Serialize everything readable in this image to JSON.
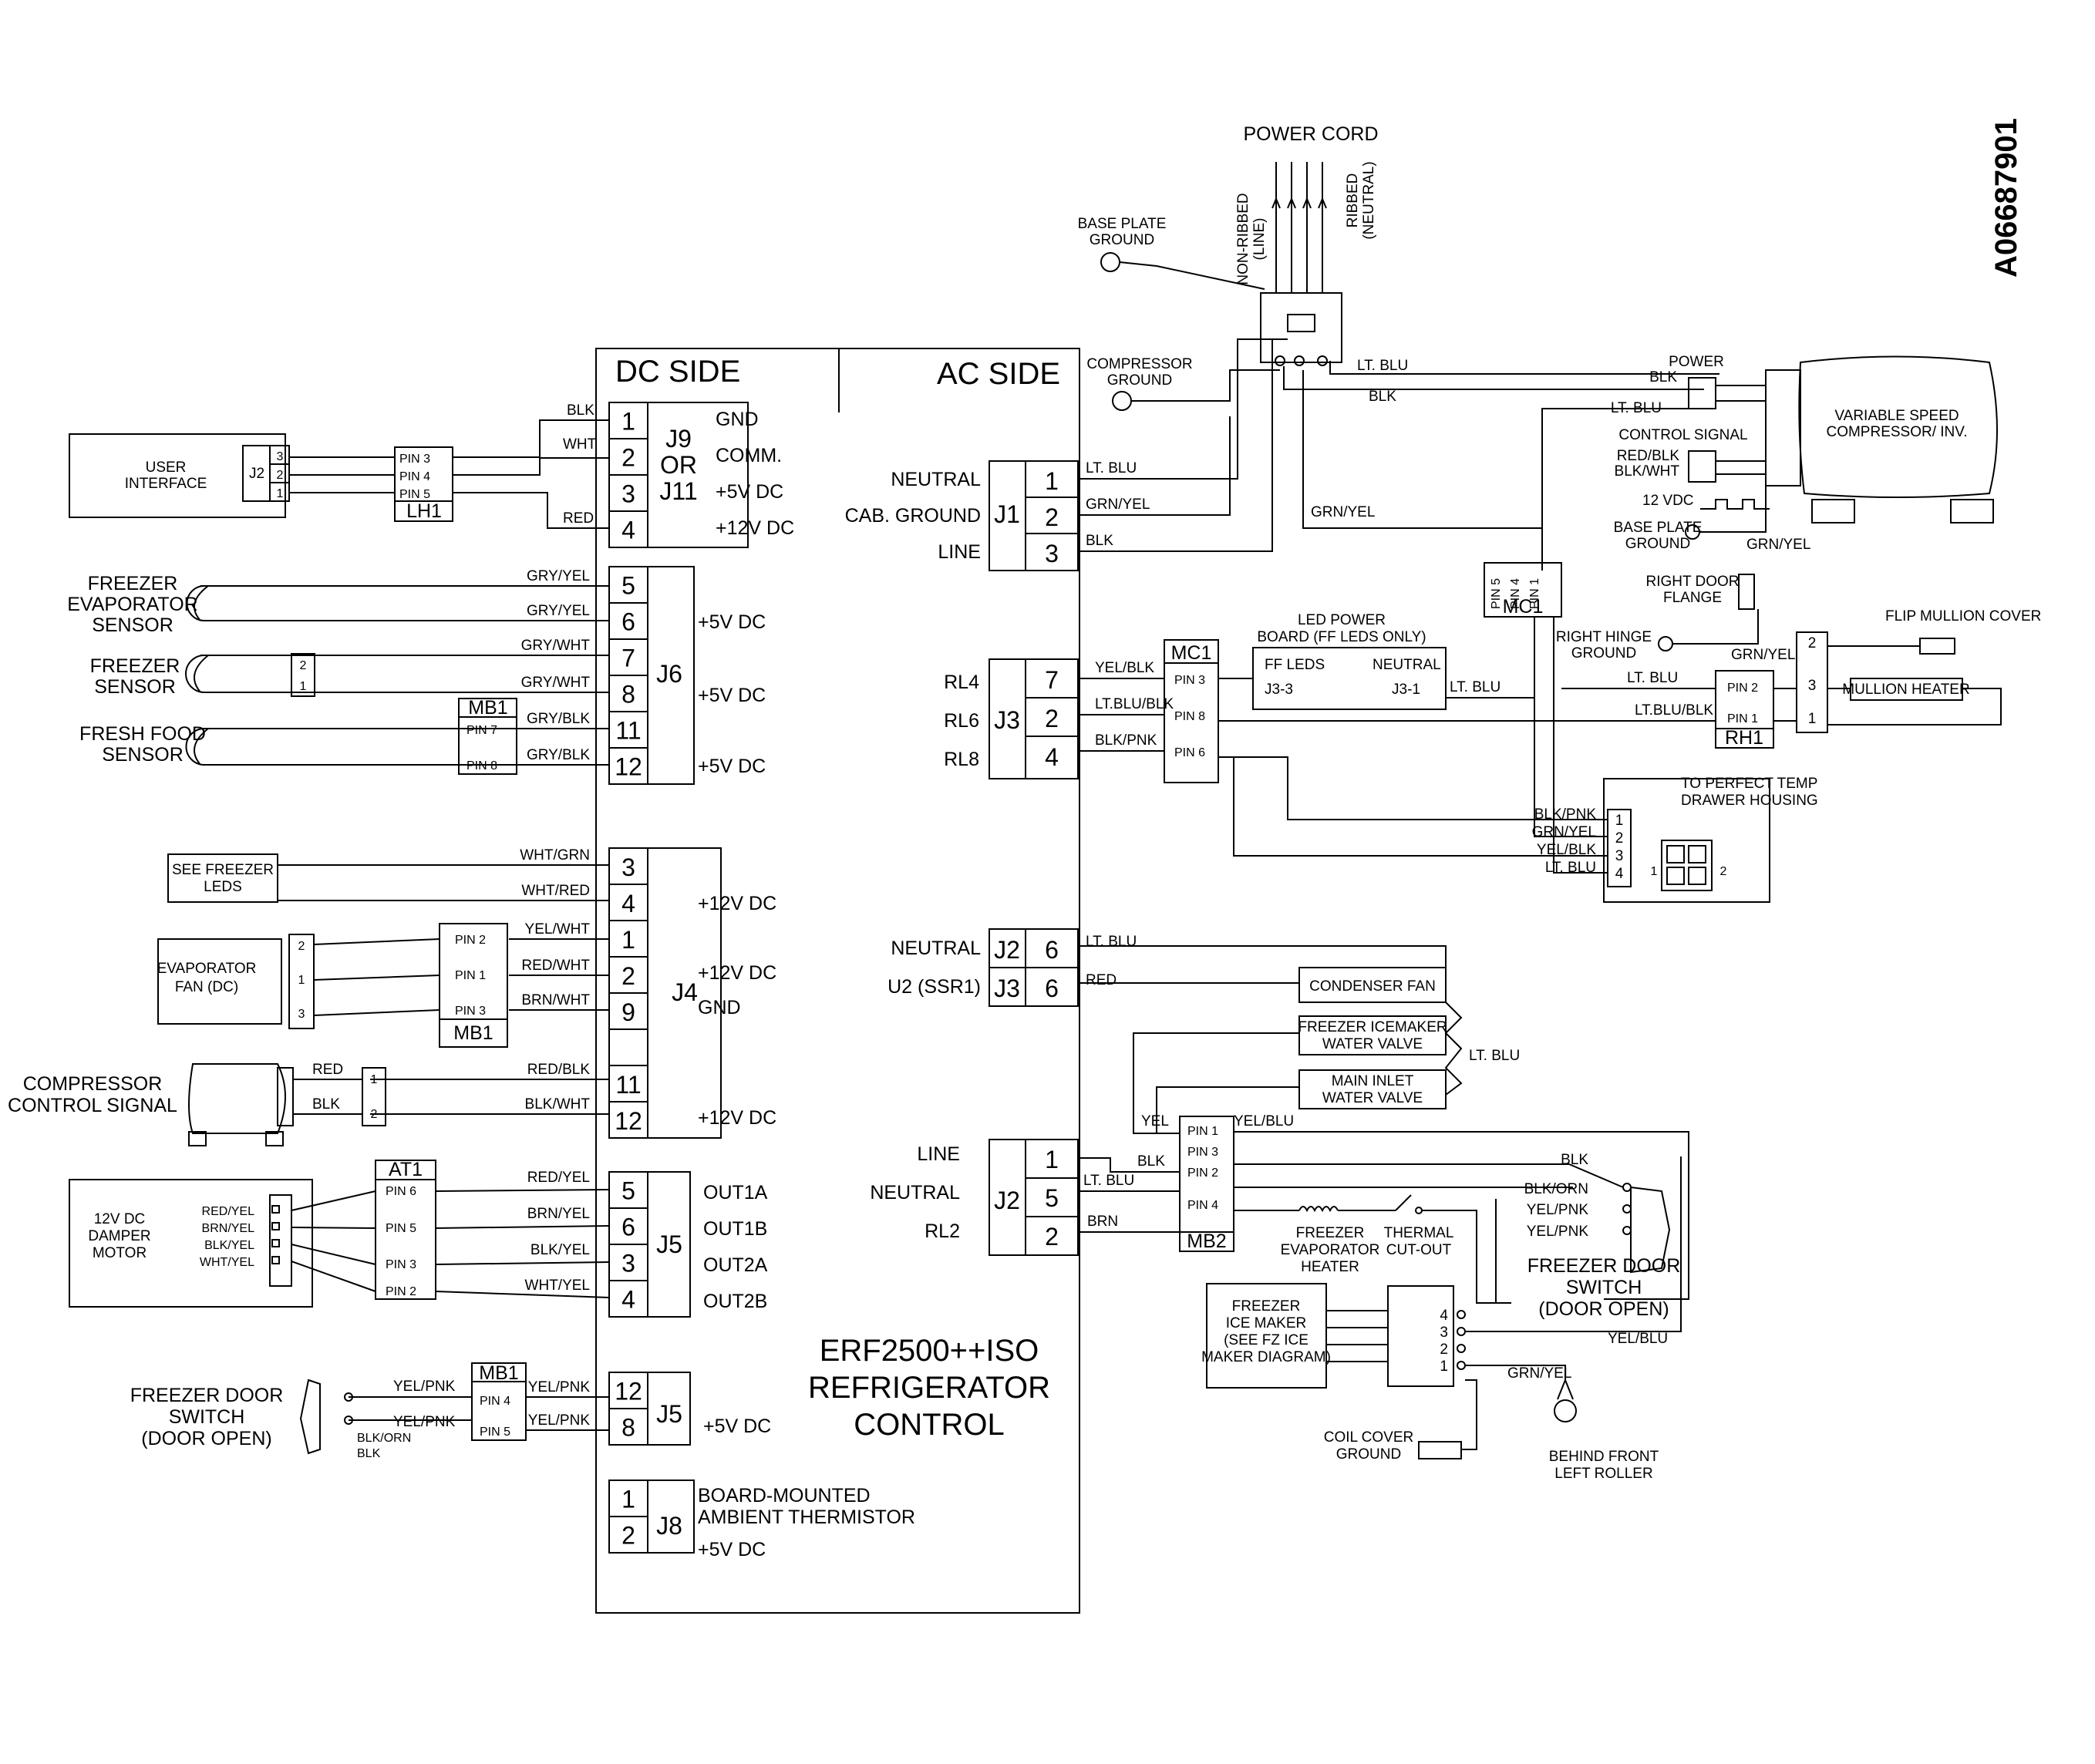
{
  "doc_id": "A06687901",
  "power": {
    "title": "POWER CORD",
    "line": "NON-RIBBED\n(LINE)",
    "neutral": "RIBBED\n(NEUTRAL)",
    "base_plate_ground": "BASE PLATE\nGROUND",
    "compressor_ground": "COMPRESSOR\nGROUND",
    "lt_blu": "LT. BLU",
    "blk": "BLK",
    "grn_yel": "GRN/YEL"
  },
  "board": {
    "dc_side": "DC SIDE",
    "ac_side": "AC SIDE",
    "name": "ERF2500++ISO\nREFRIGERATOR\nCONTROL"
  },
  "user_interface": {
    "title": "USER\nINTERFACE",
    "plug": "J2",
    "pins": [
      "3",
      "2",
      "1"
    ],
    "harness_pins": [
      "PIN 3",
      "PIN 4",
      "PIN 5"
    ],
    "harness": "LH1",
    "wires": [
      "BLK",
      "WHT",
      "RED"
    ]
  },
  "j9": {
    "name": "J9\nOR\nJ11",
    "pins": [
      "1",
      "2",
      "3",
      "4"
    ],
    "labels": [
      "GND",
      "COMM.",
      "+5V DC",
      "+12V DC"
    ]
  },
  "j6": {
    "name": "J6",
    "pins": [
      "5",
      "6",
      "7",
      "8",
      "11",
      "12"
    ],
    "wires": [
      "GRY/YEL",
      "GRY/YEL",
      "GRY/WHT",
      "GRY/WHT",
      "GRY/BLK",
      "GRY/BLK"
    ],
    "labels": [
      "+5V DC",
      "+5V DC",
      "+5V DC"
    ],
    "sensors": [
      "FREEZER\nEVAPORATOR\nSENSOR",
      "FREEZER\nSENSOR",
      "FRESH FOOD\nSENSOR"
    ],
    "sensor_plug_pins": [
      "2",
      "1"
    ],
    "mb1": "MB1",
    "mb1_pins": [
      "PIN 7",
      "PIN 8"
    ]
  },
  "j4": {
    "name": "J4",
    "pins": [
      "3",
      "4",
      "1",
      "2",
      "9",
      "11",
      "12"
    ],
    "wires": [
      "WHT/GRN",
      "WHT/RED",
      "YEL/WHT",
      "RED/WHT",
      "BRN/WHT",
      "RED/BLK",
      "BLK/WHT"
    ],
    "labels": [
      "+12V DC",
      "+12V DC",
      "GND",
      "+12V DC"
    ],
    "freezer_leds": "SEE FREEZER\nLEDS",
    "evap_fan": "EVAPORATOR\nFAN (DC)",
    "evap_fan_pins": [
      "2",
      "1",
      "3"
    ],
    "mb1": "MB1",
    "mb1_pins": [
      "PIN 2",
      "PIN 1",
      "PIN 3"
    ],
    "compressor": "COMPRESSOR\nCONTROL SIGNAL",
    "comp_wires": [
      "RED",
      "BLK"
    ],
    "comp_pins": [
      "1",
      "2"
    ]
  },
  "j5": {
    "name": "J5",
    "pins": [
      "5",
      "6",
      "3",
      "4"
    ],
    "wires": [
      "RED/YEL",
      "BRN/YEL",
      "BLK/YEL",
      "WHT/YEL"
    ],
    "labels": [
      "OUT1A",
      "OUT1B",
      "OUT2A",
      "OUT2B"
    ],
    "damper": "12V DC\nDAMPER\nMOTOR",
    "damper_wires": [
      "RED/YEL",
      "BRN/YEL",
      "BLK/YEL",
      "WHT/YEL"
    ],
    "at1": "AT1",
    "at1_pins": [
      "PIN 6",
      "PIN 5",
      "PIN 3",
      "PIN 2"
    ]
  },
  "j5b": {
    "name": "J5",
    "pins": [
      "12",
      "8"
    ],
    "label": "+5V DC",
    "door_switch": "FREEZER DOOR\nSWITCH\n(DOOR OPEN)",
    "switch_wires": [
      "YEL/PNK",
      "YEL/PNK",
      "BLK/ORN",
      "BLK"
    ],
    "mb1": "MB1",
    "mb1_pins": [
      "PIN 4",
      "PIN 5"
    ],
    "wires": [
      "YEL/PNK",
      "YEL/PNK"
    ]
  },
  "j8": {
    "name": "J8",
    "pins": [
      "1",
      "2"
    ],
    "labels": [
      "BOARD-MOUNTED\nAMBIENT THERMISTOR",
      "+5V DC"
    ]
  },
  "j1": {
    "name": "J1",
    "pins": [
      "1",
      "2",
      "3"
    ],
    "labels": [
      "NEUTRAL",
      "CAB. GROUND",
      "LINE"
    ],
    "wires": [
      "LT. BLU",
      "GRN/YEL",
      "BLK"
    ]
  },
  "j3": {
    "name": "J3",
    "pins": [
      "7",
      "2",
      "4"
    ],
    "labels": [
      "RL4",
      "RL6",
      "RL8"
    ],
    "wires": [
      "YEL/BLK",
      "LT.BLU/BLK",
      "BLK/PNK"
    ],
    "mc1": "MC1",
    "mc1_pins": [
      "PIN 3",
      "PIN 8",
      "PIN 6"
    ]
  },
  "led_board": {
    "title": "LED POWER\nBOARD (FF LEDS ONLY)",
    "ff_leds": "FF LEDS",
    "neutral": "NEUTRAL",
    "j3_3": "J3-3",
    "j3_1": "J3-1",
    "wire": "LT. BLU"
  },
  "compressor": {
    "title": "VARIABLE SPEED\nCOMPRESSOR/ INV.",
    "power": "POWER",
    "control_signal": "CONTROL SIGNAL",
    "wires": [
      "BLK",
      "LT. BLU",
      "RED/BLK",
      "BLK/WHT"
    ],
    "vdc": "12 VDC",
    "base_plate_ground": "BASE PLATE\nGROUND",
    "ground_wire": "GRN/YEL"
  },
  "mc1_top": {
    "name": "MC1",
    "pins": [
      "PIN 5",
      "PIN 4",
      "PIN 1"
    ],
    "wire": "GRN/YEL"
  },
  "right_side": {
    "right_door_flange": "RIGHT DOOR\nFLANGE",
    "right_hinge_ground": "RIGHT HINGE\nGROUND",
    "grn_yel": "GRN/YEL",
    "flip_mullion": "FLIP MULLION COVER",
    "mullion_heater": "MULLION HEATER",
    "rh1": "RH1",
    "rh1_pins": [
      "PIN 2",
      "PIN 1"
    ],
    "wires": [
      "LT. BLU",
      "LT.BLU/BLK"
    ],
    "conn_pins": [
      "2",
      "3",
      "1"
    ]
  },
  "drawer": {
    "title": "TO PERFECT TEMP\nDRAWER HOUSING",
    "wires": [
      "BLK/PNK",
      "GRN/YEL",
      "YEL/BLK",
      "LT. BLU"
    ],
    "pins": [
      "1",
      "2",
      "3",
      "4"
    ],
    "plug_pins": [
      "1",
      "2"
    ]
  },
  "j2_j3_ac": {
    "rows": [
      {
        "label": "NEUTRAL",
        "conn": "J2",
        "pin": "6",
        "wire": "LT. BLU"
      },
      {
        "label": "U2 (SSR1)",
        "conn": "J3",
        "pin": "6",
        "wire": "RED"
      }
    ],
    "condenser_fan": "CONDENSER FAN",
    "icemaker_valve": "FREEZER ICEMAKER\nWATER VALVE",
    "main_inlet": "MAIN INLET\nWATER VALVE",
    "lt_blu": "LT. BLU"
  },
  "j2_ac": {
    "name": "J2",
    "pins": [
      "1",
      "5",
      "2"
    ],
    "labels": [
      "LINE",
      "NEUTRAL",
      "RL2"
    ],
    "wires": [
      "BLK",
      "LT. BLU",
      "BRN"
    ],
    "yel": "YEL",
    "yel_blu": "YEL/BLU",
    "mb2": "MB2",
    "mb2_pins": [
      "PIN 1",
      "PIN 3",
      "PIN 2",
      "PIN 4"
    ],
    "heater": "FREEZER\nEVAPORATOR\nHEATER",
    "cutout": "THERMAL\nCUT-OUT",
    "door_switch": "FREEZER DOOR\nSWITCH\n(DOOR OPEN)",
    "switch_wires": [
      "BLK",
      "BLK/ORN",
      "YEL/PNK",
      "YEL/PNK"
    ],
    "ice_maker": "FREEZER\nICE MAKER\n(SEE FZ ICE\nMAKER DIAGRAM)",
    "ice_pins": [
      "4",
      "3",
      "2",
      "1"
    ],
    "ice_wire_yel_blu": "YEL/BLU",
    "ice_wire_grn": "GRN/YEL",
    "coil_cover_ground": "COIL COVER\nGROUND",
    "behind_roller": "BEHIND FRONT\nLEFT ROLLER"
  }
}
